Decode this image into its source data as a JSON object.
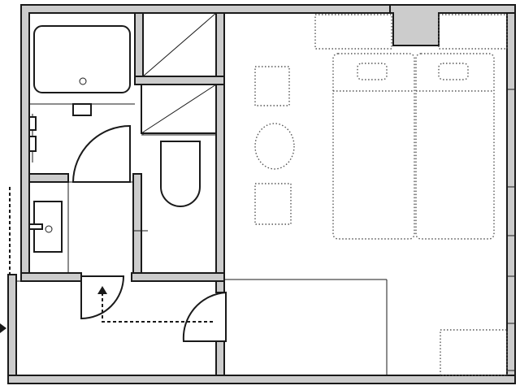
{
  "plan": {
    "kind": "hotel-room-floor-plan",
    "labels": [],
    "colors": {
      "wall_fill": "#cccccc",
      "line": "#1a1a1a",
      "background": "#ffffff",
      "furniture_outline": "#555555"
    },
    "rooms": [
      {
        "name": "bathroom",
        "fixtures": [
          "bathtub",
          "sink-counter"
        ]
      },
      {
        "name": "washroom",
        "fixtures": [
          "sink"
        ]
      },
      {
        "name": "closet-upper",
        "fixtures": []
      },
      {
        "name": "closet-lower",
        "fixtures": []
      },
      {
        "name": "toilet-room",
        "fixtures": [
          "toilet"
        ]
      },
      {
        "name": "entry-hall",
        "fixtures": []
      },
      {
        "name": "bedroom",
        "fixtures": [
          "twin-bed-left",
          "twin-bed-right",
          "stool",
          "round-table",
          "chair",
          "desk",
          "tv-stand"
        ]
      }
    ],
    "doors": [
      "bathroom-door",
      "entry-door",
      "bedroom-door"
    ],
    "route": {
      "type": "dashed-path",
      "arrow_direction": "up"
    }
  }
}
